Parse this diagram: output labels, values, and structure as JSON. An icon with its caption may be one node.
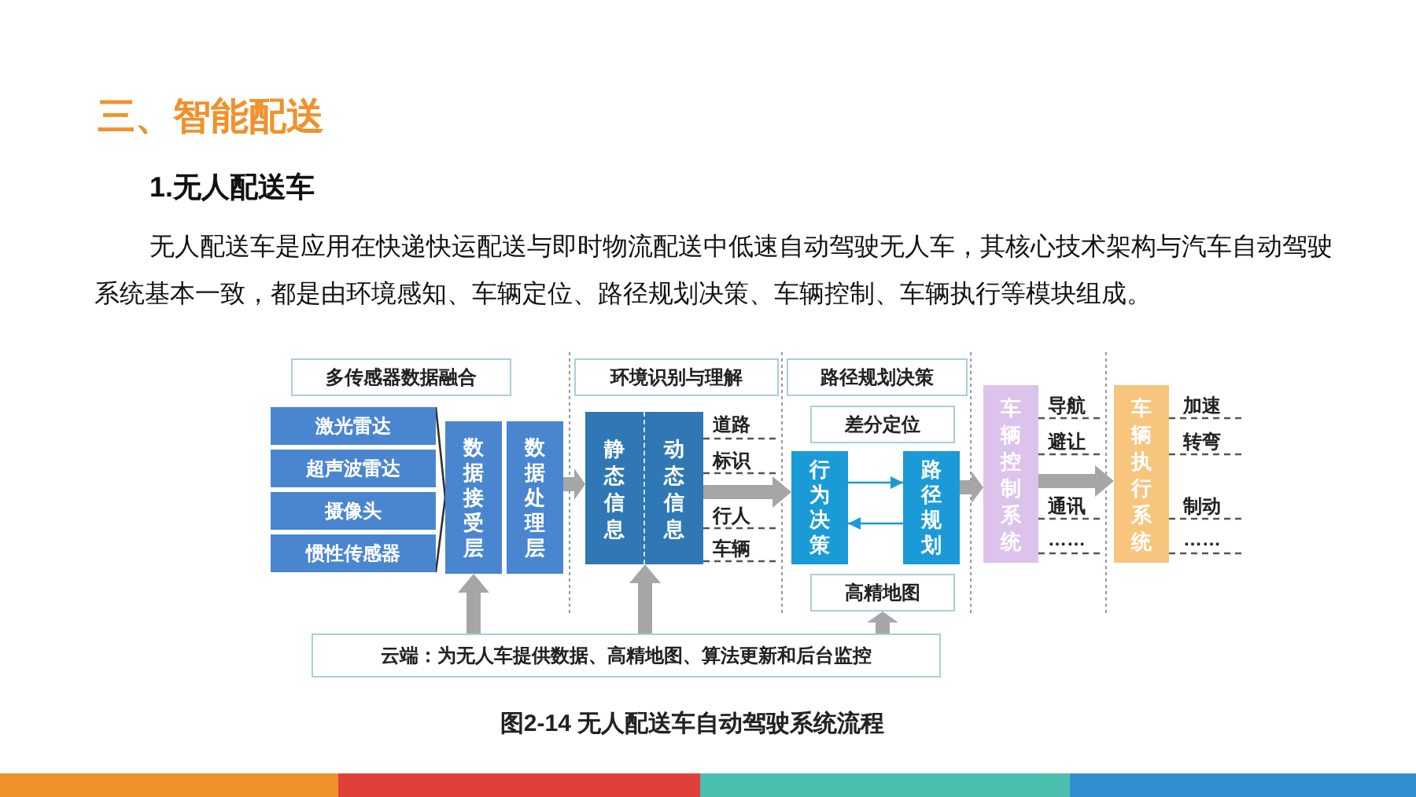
{
  "diagram": {
    "title": "三、智能配送",
    "caption": "图2-14 无人配送车自动驾驶系统流程",
    "nodes": [
      {
        "text": [
          "多传感器数据融合"
        ]
      },
      {
        "text": [
          "激光雷达"
        ]
      },
      {
        "text": [
          "超声波雷达"
        ]
      },
      {
        "text": [
          "摄像头"
        ]
      },
      {
        "text": [
          "惯性传感器"
        ]
      },
      {
        "text": [
          "数据接受层"
        ]
      },
      {
        "text": [
          "数据处理层"
        ]
      },
      {
        "text": [
          "环境识别与理解"
        ]
      },
      {
        "text": [
          "静态信息",
          "动态信息"
        ]
      },
      {
        "text": [
          "路径规划决策"
        ]
      },
      {
        "text": [
          "差分定位"
        ]
      },
      {
        "text": [
          "行为决策"
        ]
      },
      {
        "text": [
          "路径规划"
        ]
      },
      {
        "text": [
          "高精地图"
        ]
      },
      {
        "text": [
          "车辆控制系统"
        ]
      },
      {
        "text": [
          "车辆执行系统"
        ]
      },
      {
        "text": [
          "云端：为无人车提供数据、高精地图、算法更新和后台监控"
        ]
      }
    ],
    "edges": [
      {
        "from": 1,
        "to": 5,
        "arrow": "none",
        "color": "#333333"
      },
      {
        "from": 4,
        "to": 5,
        "arrow": "none",
        "color": "#333333"
      },
      {
        "from": 6,
        "to": 8,
        "arrow": "to",
        "style": "thick"
      },
      {
        "from": 8,
        "to": 11,
        "arrow": "to",
        "style": "thick"
      },
      {
        "from": 11,
        "to": 12,
        "arrow": "to",
        "color": "#1a9bd7"
      },
      {
        "from": 12,
        "to": 11,
        "arrow": "to",
        "color": "#1a9bd7"
      },
      {
        "from": 12,
        "to": 14,
        "arrow": "to",
        "style": "thick"
      },
      {
        "from": 14,
        "to": 15,
        "arrow": "to",
        "style": "thick"
      },
      {
        "from": 16,
        "to": 5,
        "arrow": "to",
        "style": "thick"
      },
      {
        "from": 16,
        "to": 8,
        "arrow": "to",
        "style": "thick"
      },
      {
        "from": 16,
        "to": 13,
        "arrow": "to",
        "style": "thick"
      }
    ],
    "labels": [
      "1.无人配送车",
      "无人配送车是应用在快递快运配送与即时物流配送中低速自动驾驶无人车，其核心技术架构与汽车自动驾驶系统基本一致，都是由环境感知、车辆定位、路径规划决策、车辆控制、车辆执行等模块组成。",
      "道路",
      "标识",
      "行人",
      "车辆",
      "导航",
      "避让",
      "通讯",
      "……",
      "加速",
      "转弯",
      "制动",
      "……"
    ]
  }
}
